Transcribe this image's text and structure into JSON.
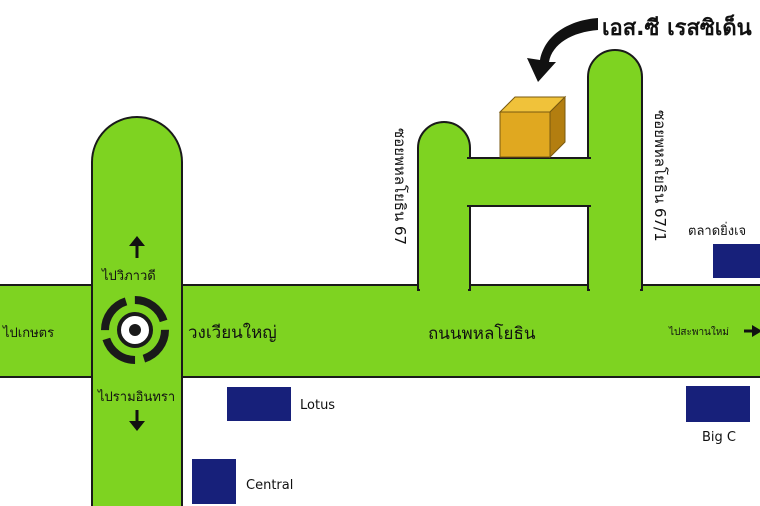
{
  "destination": {
    "name": "เอส.ซี เรสซิเด็น"
  },
  "roads": {
    "main": "ถนนพหลโยธิน",
    "soi_left": "ซอยพหลโยธิน 67",
    "soi_right": "ซอยพหลโยธิน 67/1",
    "circle": "วงเวียนใหญ่"
  },
  "directions": {
    "up": "ไปวิภาวดี",
    "left": "ไปเกษตร",
    "down": "ไปรามอินทรา",
    "right": "ไปสะพานใหม่"
  },
  "landmarks": {
    "market": "ตลาดยิ่งเจ",
    "lotus": "Lotus",
    "central": "Central",
    "bigc": "Big C"
  },
  "colors": {
    "road": "#7ed321",
    "road_edge": "#1a1a1a",
    "store": "#17207a",
    "building_top": "#f0c23a",
    "building_front": "#e0a820",
    "building_side": "#b37e10"
  }
}
